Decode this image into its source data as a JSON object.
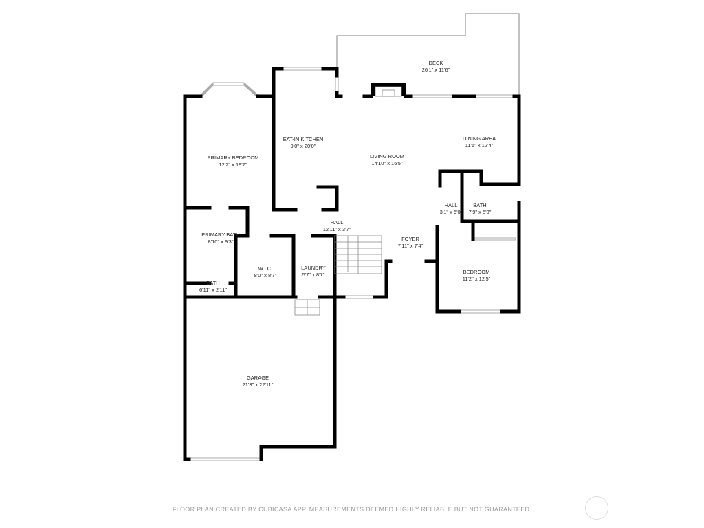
{
  "rooms": [
    {
      "name": "DECK",
      "size": "26'1\" x 11'6\""
    },
    {
      "name": "EAT-IN KITCHEN",
      "size": "9'0\" x 20'0\""
    },
    {
      "name": "LIVING ROOM",
      "size": "14'10\" x 16'5\""
    },
    {
      "name": "DINING AREA",
      "size": "11'6\" x 12'4\""
    },
    {
      "name": "PRIMARY BEDROOM",
      "size": "12'2\" x 19'7\""
    },
    {
      "name": "HALL",
      "size": "12'11\" x 3'7\""
    },
    {
      "name": "HALL",
      "size": "3'1\" x 5'0\""
    },
    {
      "name": "BATH",
      "size": "7'9\" x 5'0\""
    },
    {
      "name": "PRIMARY BATH",
      "size": "8'10\" x 9'3\""
    },
    {
      "name": "FOYER",
      "size": "7'11\" x 7'4\""
    },
    {
      "name": "W.I.C.",
      "size": "8'0\" x 8'7\""
    },
    {
      "name": "LAUNDRY",
      "size": "5'7\" x 8'7\""
    },
    {
      "name": "BEDROOM",
      "size": "11'2\" x 12'5\""
    },
    {
      "name": "BATH",
      "size": "6'11\" x 2'11\""
    },
    {
      "name": "GARAGE",
      "size": "21'3\" x 22'11\""
    }
  ],
  "footer": "FLOOR PLAN CREATED BY CUBICASA APP. MEASUREMENTS DEEMED HIGHLY RELIABLE BUT NOT GUARANTEED.",
  "icons": {
    "compass": "compass-icon"
  },
  "colors": {
    "wall": "#000000",
    "deck_outline": "#999999",
    "window": "#bbbbbb"
  }
}
